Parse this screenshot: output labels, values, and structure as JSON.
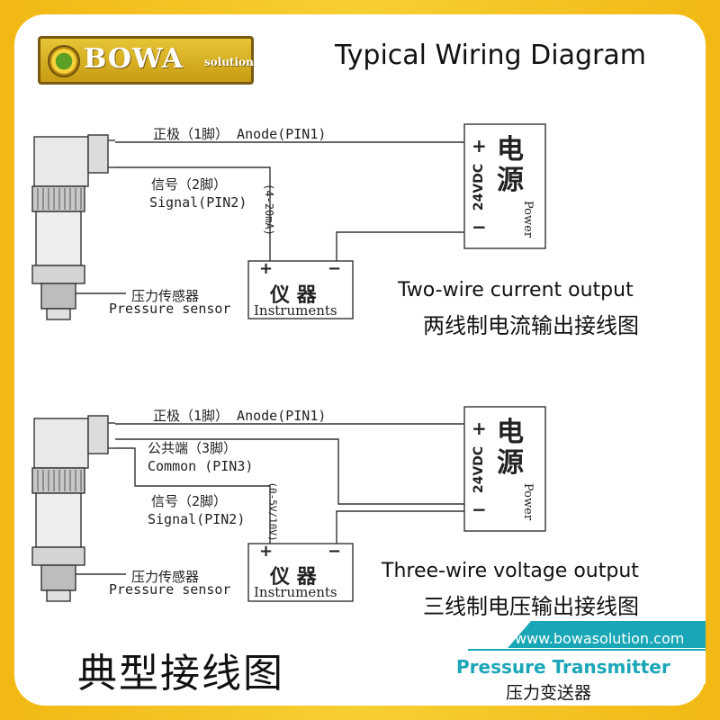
{
  "logo": {
    "main": "BOWA",
    "sub": "solution"
  },
  "title": "Typical Wiring Diagram",
  "diagram1": {
    "anode": "正极（1脚） Anode(PIN1)",
    "signal_cn": "信号（2脚）",
    "signal_en": "Signal(PIN2)",
    "range": "(4-20mA)",
    "sensor_cn": "压力传感器",
    "sensor_en": "Pressure sensor",
    "instr_cn": "仪 器",
    "instr_en": "Instruments",
    "plus": "+",
    "minus": "−",
    "power_cn": "电源",
    "power_v": "24VDC",
    "power_en": "Power",
    "caption_en": "Two-wire current output",
    "caption_cn": "两线制电流输出接线图"
  },
  "diagram2": {
    "anode": "正极（1脚） Anode(PIN1)",
    "common_cn": "公共端（3脚）",
    "common_en": "Common (PIN3)",
    "signal_cn": "信号（2脚）",
    "signal_en": "Signal(PIN2)",
    "range": "(0-5V/10V)",
    "sensor_cn": "压力传感器",
    "sensor_en": "Pressure sensor",
    "instr_cn": "仪 器",
    "instr_en": "Instruments",
    "plus": "+",
    "minus": "−",
    "power_cn": "电源",
    "power_v": "24VDC",
    "power_en": "Power",
    "caption_en": "Three-wire voltage output",
    "caption_cn": "三线制电压输出接线图"
  },
  "footer": {
    "big_cn": "典型接线图",
    "website": "www.bowasolution.com",
    "product_en": "Pressure Transmitter",
    "product_cn": "压力变送器"
  },
  "colors": {
    "frame": "#f4c21a",
    "accent": "#1aa6b8",
    "text": "#111111"
  }
}
